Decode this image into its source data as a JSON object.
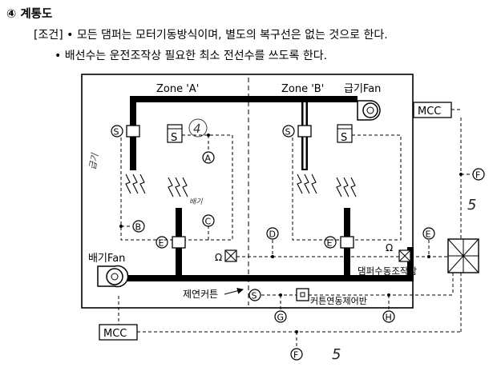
{
  "header": {
    "title": "④ 계통도",
    "condition_1": "[조건] • 모든 댐퍼는 모터기동방식이며, 별도의 복구선은 없는 것으로 한다.",
    "condition_2": "• 배선수는 운전조작상 필요한 최소 전선수를 쓰도록 한다."
  },
  "diagram": {
    "zone_a": "Zone 'A'",
    "zone_b": "Zone 'B'",
    "supply_fan": "급기Fan",
    "exhaust_fan": "배기Fan",
    "mcc": "MCC",
    "s": "S",
    "e": "E",
    "omega": "Ω",
    "curtain": "제연커튼",
    "damper_manual": "댐퍼수동조작함",
    "curtain_panel": "커튼연동제어반",
    "circle_labels": {
      "a": "A",
      "b": "B",
      "c": "C",
      "d": "D",
      "e": "E",
      "f": "F",
      "g": "G",
      "h": "H"
    }
  },
  "handwritten": {
    "num_4": "4",
    "supply_note": "급기",
    "exhaust_note": "배기",
    "five": "5"
  }
}
